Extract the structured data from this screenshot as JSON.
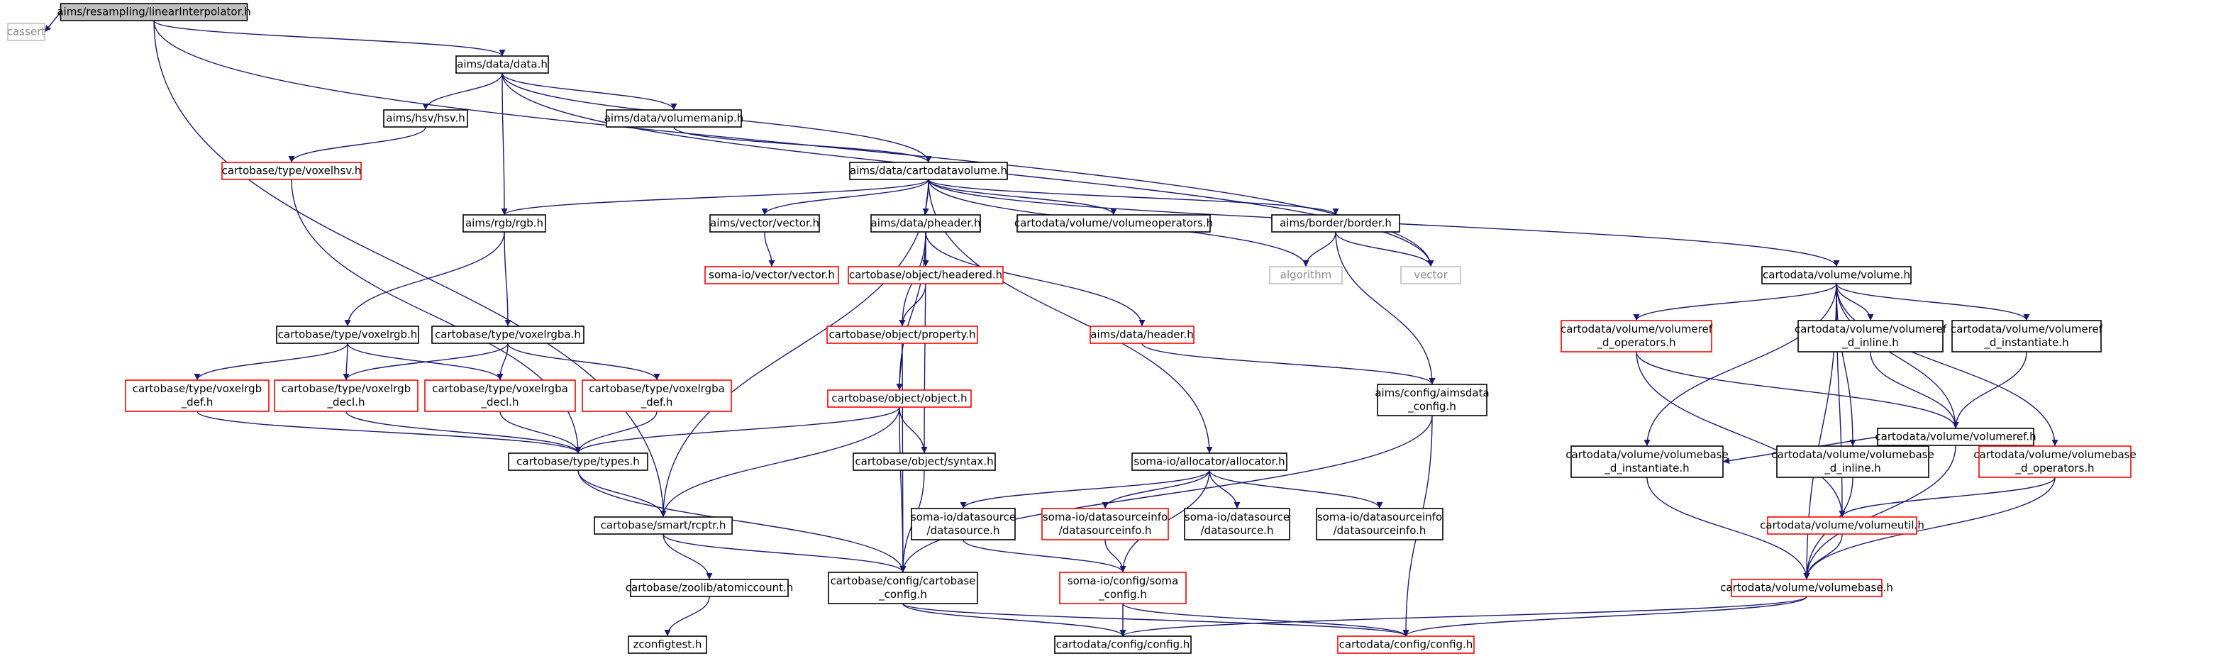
{
  "colors": {
    "edge": "#191970",
    "documented_border": "#000000",
    "undocumented_border": "#ff0000",
    "system_border": "#bfbfbf",
    "root_fill": "#bfbfbf",
    "system_text": "#8c8c8c"
  },
  "nodes": [
    {
      "id": "root",
      "kind": "root",
      "lines": [
        "aims/resampling/linearInterpolator.h"
      ]
    },
    {
      "id": "cassert",
      "kind": "gray",
      "lines": [
        "cassert"
      ]
    },
    {
      "id": "aims_data",
      "kind": "black",
      "lines": [
        "aims/data/data.h"
      ]
    },
    {
      "id": "vector",
      "kind": "gray",
      "lines": [
        "vector"
      ]
    },
    {
      "id": "hsv",
      "kind": "black",
      "lines": [
        "aims/hsv/hsv.h"
      ]
    },
    {
      "id": "volumemanip",
      "kind": "black",
      "lines": [
        "aims/data/volumemanip.h"
      ]
    },
    {
      "id": "voxelhsv",
      "kind": "red",
      "lines": [
        "cartobase/type/voxelhsv.h"
      ]
    },
    {
      "id": "cartodatavolume",
      "kind": "black",
      "lines": [
        "aims/data/cartodatavolume.h"
      ]
    },
    {
      "id": "rgb",
      "kind": "black",
      "lines": [
        "aims/rgb/rgb.h"
      ]
    },
    {
      "id": "vectorh",
      "kind": "black",
      "lines": [
        "aims/vector/vector.h"
      ]
    },
    {
      "id": "pheader",
      "kind": "black",
      "lines": [
        "aims/data/pheader.h"
      ]
    },
    {
      "id": "volumeoperators",
      "kind": "black",
      "lines": [
        "cartodata/volume/volumeoperators.h"
      ]
    },
    {
      "id": "border",
      "kind": "black",
      "lines": [
        "aims/border/border.h"
      ]
    },
    {
      "id": "algorithm",
      "kind": "gray",
      "lines": [
        "algorithm"
      ]
    },
    {
      "id": "somavector",
      "kind": "red",
      "lines": [
        "soma-io/vector/vector.h"
      ]
    },
    {
      "id": "headered",
      "kind": "red",
      "lines": [
        "cartobase/object/headered.h"
      ]
    },
    {
      "id": "volumeh",
      "kind": "black",
      "lines": [
        "cartodata/volume/volume.h"
      ]
    },
    {
      "id": "voxelrgb",
      "kind": "black",
      "lines": [
        "cartobase/type/voxelrgb.h"
      ]
    },
    {
      "id": "voxelrgba",
      "kind": "black",
      "lines": [
        "cartobase/type/voxelrgba.h"
      ]
    },
    {
      "id": "property",
      "kind": "red",
      "lines": [
        "cartobase/object/property.h"
      ]
    },
    {
      "id": "aimsheader",
      "kind": "red",
      "lines": [
        "aims/data/header.h"
      ]
    },
    {
      "id": "vref_dops",
      "kind": "red",
      "lines": [
        "cartodata/volume/volumeref",
        "_d_operators.h"
      ]
    },
    {
      "id": "vref_dinline",
      "kind": "black",
      "lines": [
        "cartodata/volume/volumeref",
        "_d_inline.h"
      ]
    },
    {
      "id": "vref_dinst",
      "kind": "black",
      "lines": [
        "cartodata/volume/volumeref",
        "_d_instantiate.h"
      ]
    },
    {
      "id": "voxelrgb_def",
      "kind": "red",
      "lines": [
        "cartobase/type/voxelrgb",
        "_def.h"
      ]
    },
    {
      "id": "voxelrgb_decl",
      "kind": "red",
      "lines": [
        "cartobase/type/voxelrgb",
        "_decl.h"
      ]
    },
    {
      "id": "voxelrgba_decl",
      "kind": "red",
      "lines": [
        "cartobase/type/voxelrgba",
        "_decl.h"
      ]
    },
    {
      "id": "voxelrgba_def",
      "kind": "red",
      "lines": [
        "cartobase/type/voxelrgba",
        "_def.h"
      ]
    },
    {
      "id": "object",
      "kind": "red",
      "lines": [
        "cartobase/object/object.h"
      ]
    },
    {
      "id": "aimsdata_config",
      "kind": "black",
      "lines": [
        "aims/config/aimsdata",
        "_config.h"
      ]
    },
    {
      "id": "volumeref",
      "kind": "black",
      "lines": [
        "cartodata/volume/volumeref.h"
      ]
    },
    {
      "id": "types",
      "kind": "black",
      "lines": [
        "cartobase/type/types.h"
      ]
    },
    {
      "id": "syntax",
      "kind": "black",
      "lines": [
        "cartobase/object/syntax.h"
      ]
    },
    {
      "id": "allocator",
      "kind": "black",
      "lines": [
        "soma-io/allocator/allocator.h"
      ]
    },
    {
      "id": "vb_dinst",
      "kind": "black",
      "lines": [
        "cartodata/volume/volumebase",
        "_d_instantiate.h"
      ]
    },
    {
      "id": "vb_dinline",
      "kind": "black",
      "lines": [
        "cartodata/volume/volumebase",
        "_d_inline.h"
      ]
    },
    {
      "id": "vb_dops",
      "kind": "red",
      "lines": [
        "cartodata/volume/volumebase",
        "_d_operators.h"
      ]
    },
    {
      "id": "rcptr",
      "kind": "black",
      "lines": [
        "cartobase/smart/rcptr.h"
      ]
    },
    {
      "id": "ds_black",
      "kind": "black",
      "lines": [
        "soma-io/datasource",
        "/datasource.h"
      ]
    },
    {
      "id": "dsinfo_red",
      "kind": "red",
      "lines": [
        "soma-io/datasourceinfo",
        "/datasourceinfo.h"
      ]
    },
    {
      "id": "ds_black2",
      "kind": "black",
      "lines": [
        "soma-io/datasource",
        "/datasource.h"
      ]
    },
    {
      "id": "dsinfo_black",
      "kind": "black",
      "lines": [
        "soma-io/datasourceinfo",
        "/datasourceinfo.h"
      ]
    },
    {
      "id": "volumeutil",
      "kind": "red",
      "lines": [
        "cartodata/volume/volumeutil.h"
      ]
    },
    {
      "id": "atomiccount",
      "kind": "black",
      "lines": [
        "cartobase/zoolib/atomiccount.h"
      ]
    },
    {
      "id": "cartobase_config",
      "kind": "black",
      "lines": [
        "cartobase/config/cartobase",
        "_config.h"
      ]
    },
    {
      "id": "soma_config",
      "kind": "red",
      "lines": [
        "soma-io/config/soma",
        "_config.h"
      ]
    },
    {
      "id": "volumebase",
      "kind": "red",
      "lines": [
        "cartodata/volume/volumebase.h"
      ]
    },
    {
      "id": "zconfigtest",
      "kind": "black",
      "lines": [
        "zconfigtest.h"
      ]
    },
    {
      "id": "cd_config_black",
      "kind": "black",
      "lines": [
        "cartodata/config/config.h"
      ]
    },
    {
      "id": "cd_config_red",
      "kind": "red",
      "lines": [
        "cartodata/config/config.h"
      ]
    }
  ],
  "edges": [
    [
      "root",
      "cassert"
    ],
    [
      "root",
      "aims_data"
    ],
    [
      "root",
      "vector"
    ],
    [
      "root",
      "rcptr"
    ],
    [
      "aims_data",
      "hsv"
    ],
    [
      "aims_data",
      "volumemanip"
    ],
    [
      "aims_data",
      "cartodatavolume"
    ],
    [
      "aims_data",
      "rgb"
    ],
    [
      "aims_data",
      "vector"
    ],
    [
      "hsv",
      "voxelhsv"
    ],
    [
      "voxelhsv",
      "types"
    ],
    [
      "volumemanip",
      "cartodatavolume"
    ],
    [
      "cartodatavolume",
      "rgb"
    ],
    [
      "cartodatavolume",
      "vectorh"
    ],
    [
      "cartodatavolume",
      "pheader"
    ],
    [
      "cartodatavolume",
      "volumeoperators"
    ],
    [
      "cartodatavolume",
      "border"
    ],
    [
      "cartodatavolume",
      "algorithm"
    ],
    [
      "cartodatavolume",
      "volumeh"
    ],
    [
      "cartodatavolume",
      "allocator"
    ],
    [
      "cartodatavolume",
      "rcptr"
    ],
    [
      "rgb",
      "voxelrgb"
    ],
    [
      "rgb",
      "voxelrgba"
    ],
    [
      "vectorh",
      "somavector"
    ],
    [
      "pheader",
      "headered"
    ],
    [
      "pheader",
      "property"
    ],
    [
      "pheader",
      "object"
    ],
    [
      "pheader",
      "syntax"
    ],
    [
      "pheader",
      "aimsheader"
    ],
    [
      "border",
      "algorithm"
    ],
    [
      "border",
      "vector"
    ],
    [
      "border",
      "aimsdata_config"
    ],
    [
      "headered",
      "property"
    ],
    [
      "property",
      "object"
    ],
    [
      "property",
      "cartobase_config"
    ],
    [
      "aimsheader",
      "aimsdata_config"
    ],
    [
      "voxelrgb",
      "voxelrgb_def"
    ],
    [
      "voxelrgb",
      "voxelrgb_decl"
    ],
    [
      "voxelrgb",
      "voxelrgba_decl"
    ],
    [
      "voxelrgba",
      "voxelrgb_decl"
    ],
    [
      "voxelrgba",
      "voxelrgba_decl"
    ],
    [
      "voxelrgba",
      "voxelrgba_def"
    ],
    [
      "voxelrgb_def",
      "types"
    ],
    [
      "voxelrgb_decl",
      "types"
    ],
    [
      "voxelrgba_decl",
      "types"
    ],
    [
      "voxelrgba_def",
      "types"
    ],
    [
      "object",
      "types"
    ],
    [
      "object",
      "syntax"
    ],
    [
      "object",
      "rcptr"
    ],
    [
      "object",
      "cartobase_config"
    ],
    [
      "types",
      "rcptr"
    ],
    [
      "types",
      "cartobase_config"
    ],
    [
      "syntax",
      "cartobase_config"
    ],
    [
      "rcptr",
      "atomiccount"
    ],
    [
      "rcptr",
      "cartobase_config"
    ],
    [
      "atomiccount",
      "zconfigtest"
    ],
    [
      "aimsdata_config",
      "cartobase_config"
    ],
    [
      "aimsdata_config",
      "cd_config_red"
    ],
    [
      "volumeh",
      "vref_dops"
    ],
    [
      "volumeh",
      "vref_dinline"
    ],
    [
      "volumeh",
      "vref_dinst"
    ],
    [
      "volumeh",
      "volumeref"
    ],
    [
      "volumeh",
      "vb_dinst"
    ],
    [
      "volumeh",
      "vb_dinline"
    ],
    [
      "volumeh",
      "vb_dops"
    ],
    [
      "volumeh",
      "volumeutil"
    ],
    [
      "volumeh",
      "volumebase"
    ],
    [
      "vref_dops",
      "volumeref"
    ],
    [
      "vref_dops",
      "volumeutil"
    ],
    [
      "vref_dinline",
      "volumeref"
    ],
    [
      "vref_dinst",
      "volumeref"
    ],
    [
      "volumeref",
      "vb_dinst"
    ],
    [
      "volumeref",
      "vb_dinline"
    ],
    [
      "volumeref",
      "vb_dops"
    ],
    [
      "volumeref",
      "volumebase"
    ],
    [
      "vb_dinst",
      "volumebase"
    ],
    [
      "vb_dinline",
      "volumebase"
    ],
    [
      "vb_dops",
      "volumeutil"
    ],
    [
      "vb_dops",
      "volumebase"
    ],
    [
      "volumeutil",
      "volumebase"
    ],
    [
      "volumebase",
      "cd_config_black"
    ],
    [
      "volumebase",
      "cd_config_red"
    ],
    [
      "allocator",
      "ds_black"
    ],
    [
      "allocator",
      "dsinfo_red"
    ],
    [
      "allocator",
      "ds_black2"
    ],
    [
      "allocator",
      "dsinfo_black"
    ],
    [
      "allocator",
      "soma_config"
    ],
    [
      "ds_black",
      "soma_config"
    ],
    [
      "dsinfo_red",
      "soma_config"
    ],
    [
      "soma_config",
      "cd_config_black"
    ],
    [
      "soma_config",
      "cd_config_red"
    ],
    [
      "cartobase_config",
      "cd_config_black"
    ],
    [
      "cartobase_config",
      "cd_config_red"
    ]
  ]
}
